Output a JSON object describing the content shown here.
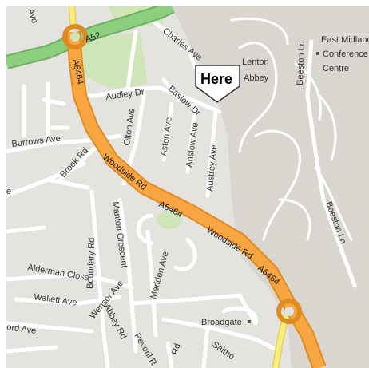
{
  "map": {
    "marker_label": "Here",
    "colors": {
      "land": "#e5e3df",
      "campus": "#d9d6d0",
      "park": "#cfe5b8",
      "minor_road": "#ffffff",
      "a_road": "#f8a641",
      "a_road_casing": "#e08a22",
      "primary_road": "#8ccf7e",
      "secondary_road": "#f7ec7c"
    },
    "places": {
      "lenton_abbey": [
        "Lenton",
        "Abbey"
      ],
      "east_midlands": [
        "East Midlands",
        "Conference",
        "Centre"
      ],
      "broadgate": "Broadgate"
    },
    "roads": {
      "a52": "A52",
      "a6464_north": "A6464",
      "a6464_mid": "A6464",
      "a6464_east": "A6464",
      "woodside_rd_1": "Woodside Rd",
      "woodside_rd_2": "Woodside Rd",
      "charles_ave": "Charles Ave",
      "audley_dr": "Audley Dr",
      "baslow_dr": "Baslow Dr",
      "burrows_ave": "Burrows Ave",
      "brook_rd": "Brook Rd",
      "olton_ave": "Olton Ave",
      "aston_ave": "Aston Ave",
      "anslow_ave": "Anslow Ave",
      "austrey_ave": "Austrey Ave",
      "beeston_ln_1": "Beeston Ln",
      "beeston_ln_2": "Beeston Ln",
      "manton_crescent": "Manton Crescent",
      "boundary_rd": "Boundary Rd",
      "meriden_ave": "Meriden Ave",
      "alderman_close": "Alderman Close",
      "wallett_ave": "Wallett Ave",
      "wensor_ave": "Wensor Ave",
      "abbey_rd": "Abbey Rd",
      "ord_ave": "ord Ave",
      "peveril_r": "Peveril R",
      "rd_small": "Rd",
      "salthouse": "Saltho",
      "partial_ave": "Ave",
      "partial_e": "e"
    }
  }
}
